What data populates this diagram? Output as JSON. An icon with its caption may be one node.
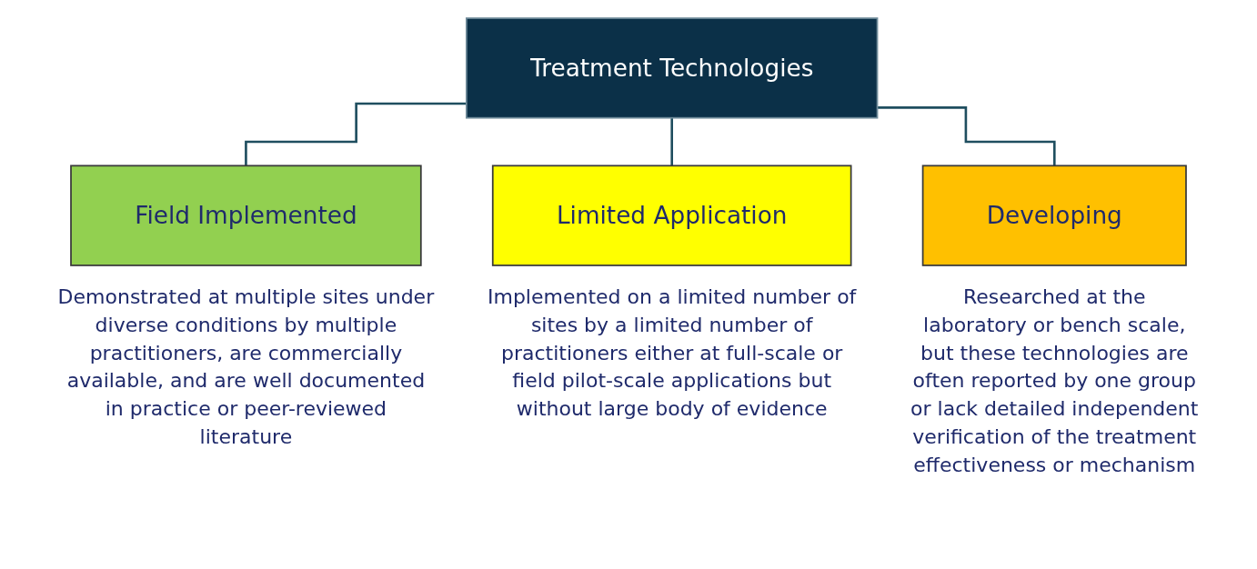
{
  "diagram": {
    "nodes": [
      {
        "text": [
          "Treatment Technologies"
        ]
      },
      {
        "text": [
          "Field Implemented"
        ],
        "beside": [
          "Demonstrated at multiple sites under diverse conditions by multiple practitioners, are commercially available, and are well documented in practice or peer-reviewed literature"
        ]
      },
      {
        "text": [
          "Limited Application"
        ],
        "beside": [
          "Implemented on a limited number of sites by a limited number of practitioners either at full-scale or field pilot-scale applications but without large body of evidence"
        ]
      },
      {
        "text": [
          "Developing"
        ],
        "beside": [
          "Researched at the laboratory or bench scale, but these technologies are often reported by one group or lack detailed independent verification of the treatment effectiveness or mechanism"
        ]
      }
    ],
    "edges": [
      {
        "from": 0,
        "to": 1,
        "arrow": "none"
      },
      {
        "from": 0,
        "to": 2,
        "arrow": "none"
      },
      {
        "from": 0,
        "to": 3,
        "arrow": "none"
      }
    ]
  }
}
